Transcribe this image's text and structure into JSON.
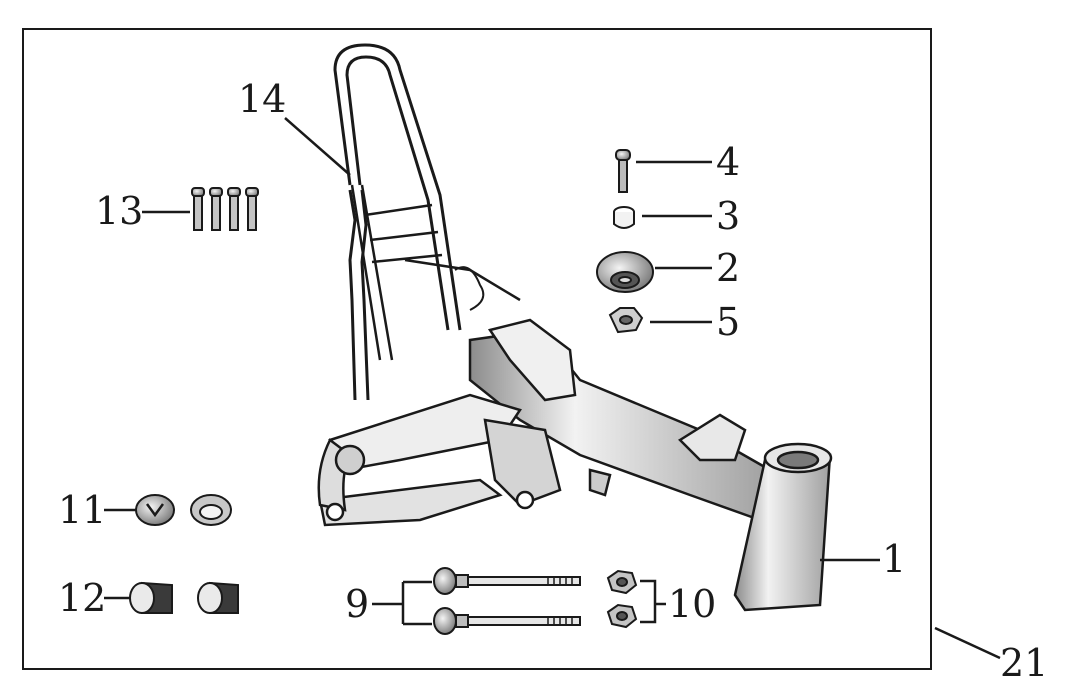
{
  "diagram": {
    "callouts": {
      "c1": "1",
      "c2": "2",
      "c3": "3",
      "c4": "4",
      "c5": "5",
      "c9": "9",
      "c10": "10",
      "c11": "11",
      "c12": "12",
      "c13": "13",
      "c14": "14",
      "c21": "21"
    },
    "colors": {
      "line": "#1a1a1a",
      "shade": "#9a9a9a",
      "light": "#e6e6e6",
      "background": "#ffffff"
    }
  }
}
